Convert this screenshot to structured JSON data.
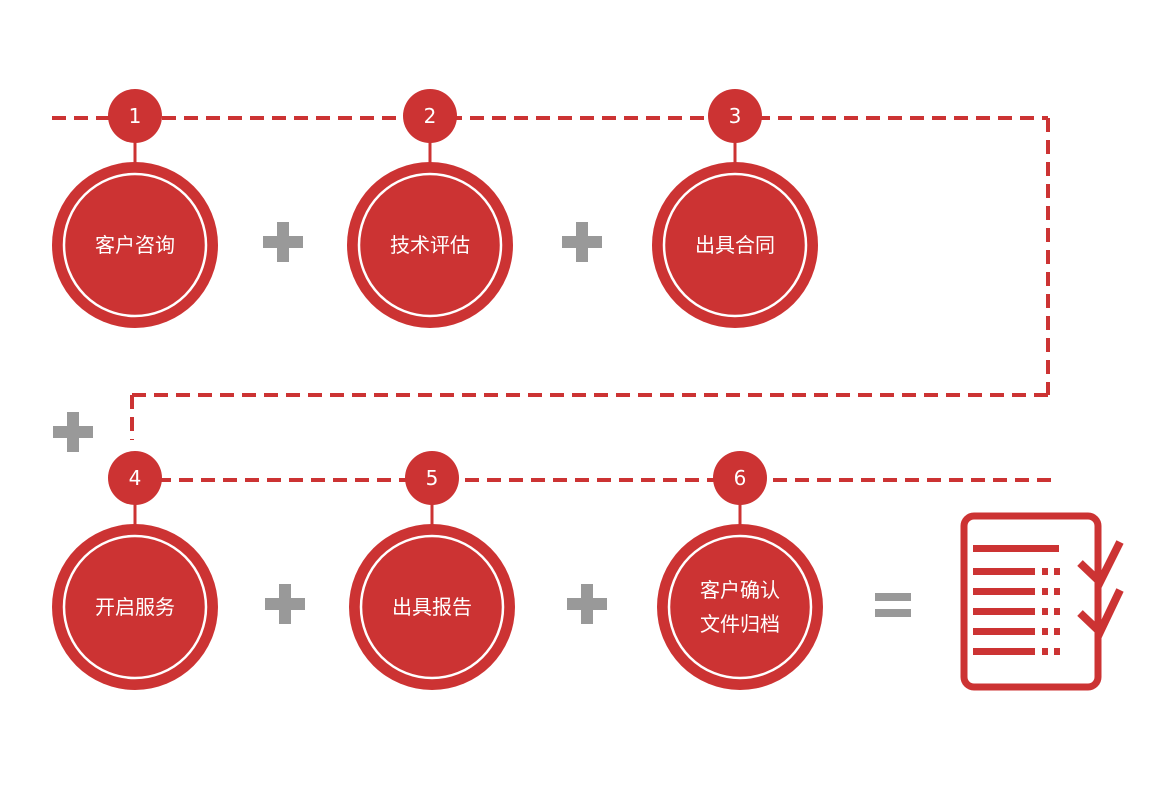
{
  "colors": {
    "primary": "#cc3333",
    "ring": "#ffffff",
    "plus": "#999999",
    "background": "#ffffff"
  },
  "steps": [
    {
      "number": "1",
      "lines": [
        "客户咨询"
      ]
    },
    {
      "number": "2",
      "lines": [
        "技术评估"
      ]
    },
    {
      "number": "3",
      "lines": [
        "出具合同"
      ]
    },
    {
      "number": "4",
      "lines": [
        "开启服务"
      ]
    },
    {
      "number": "5",
      "lines": [
        "出具报告"
      ]
    },
    {
      "number": "6",
      "lines": [
        "客户确认",
        "文件归档"
      ]
    }
  ],
  "operators": {
    "plus_icon": "plus-icon",
    "equals_icon": "equals-icon"
  },
  "result": {
    "icon": "checklist-document-icon"
  }
}
